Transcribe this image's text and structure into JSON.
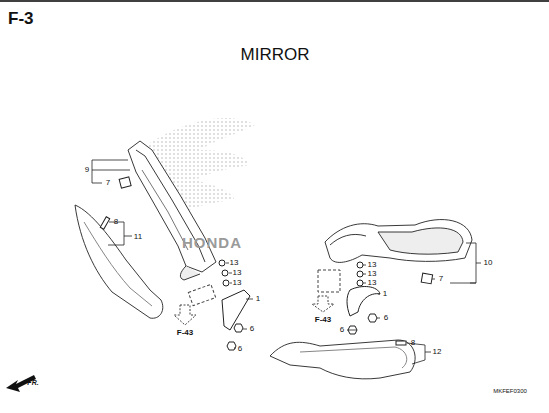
{
  "diagram": {
    "title": "MIRROR",
    "labels": [
      "F-3",
      "9",
      "7",
      "8",
      "11",
      "HONDA",
      "13",
      "13",
      "13",
      "1",
      "F-43",
      "6",
      "6",
      "13",
      "13",
      "13",
      "10",
      "7",
      "1",
      "F-43",
      "6",
      "6",
      "8",
      "12",
      "FR.",
      "MKFEF0300"
    ]
  }
}
